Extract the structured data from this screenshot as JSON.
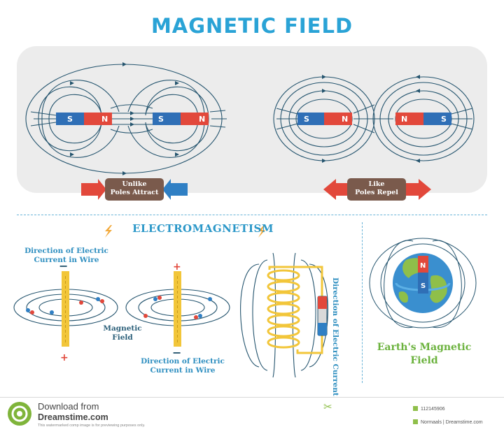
{
  "title": "MAGNETIC FIELD",
  "poles": {
    "south": "S",
    "north": "N"
  },
  "captions": {
    "unlike": "Unlike\nPoles Attract",
    "like": "Like\nPoles Repel",
    "electromagnetism": "ELECTROMAGNETISM",
    "current_wire_top": "Direction of Electric\nCurrent in Wire",
    "magnetic_field": "Magnetic\nField",
    "current_wire_bottom": "Direction of Electric\nCurrent in Wire",
    "coil_current": "Direction of Electric Current in Wire",
    "earth": "Earth's Magnetic\nField"
  },
  "signs": {
    "minus": "−",
    "plus": "+"
  },
  "footer": {
    "download": "Download from",
    "site": "Dreamstime.com",
    "note": "This watermarked comp image is for previewing purposes only.",
    "image_id": "112145906",
    "user": "Normaals | Dreamstime.com"
  },
  "colors": {
    "title": "#2aa3d6",
    "south_pole": "#2f6fb6",
    "north_pole": "#e2483b",
    "field_line": "#24546e",
    "arrow_red": "#e2483b",
    "arrow_blue": "#2f7fc4",
    "label_brown": "#7a5a4c",
    "wire_yellow": "#f2c63a",
    "earth_caption": "#6bb23d"
  },
  "icons": [
    "lightning-icon",
    "download-logo-icon",
    "scissors-icon",
    "battery-icon"
  ]
}
